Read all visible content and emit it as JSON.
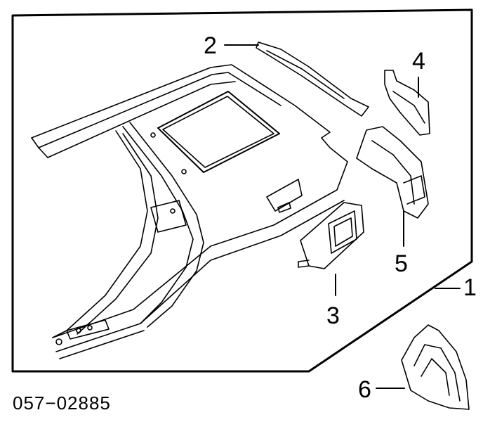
{
  "callouts": {
    "c1": "1",
    "c2": "2",
    "c3": "3",
    "c4": "4",
    "c5": "5",
    "c6": "6"
  },
  "part_number": "057−02885",
  "colors": {
    "line": "#000000",
    "background": "#ffffff"
  }
}
